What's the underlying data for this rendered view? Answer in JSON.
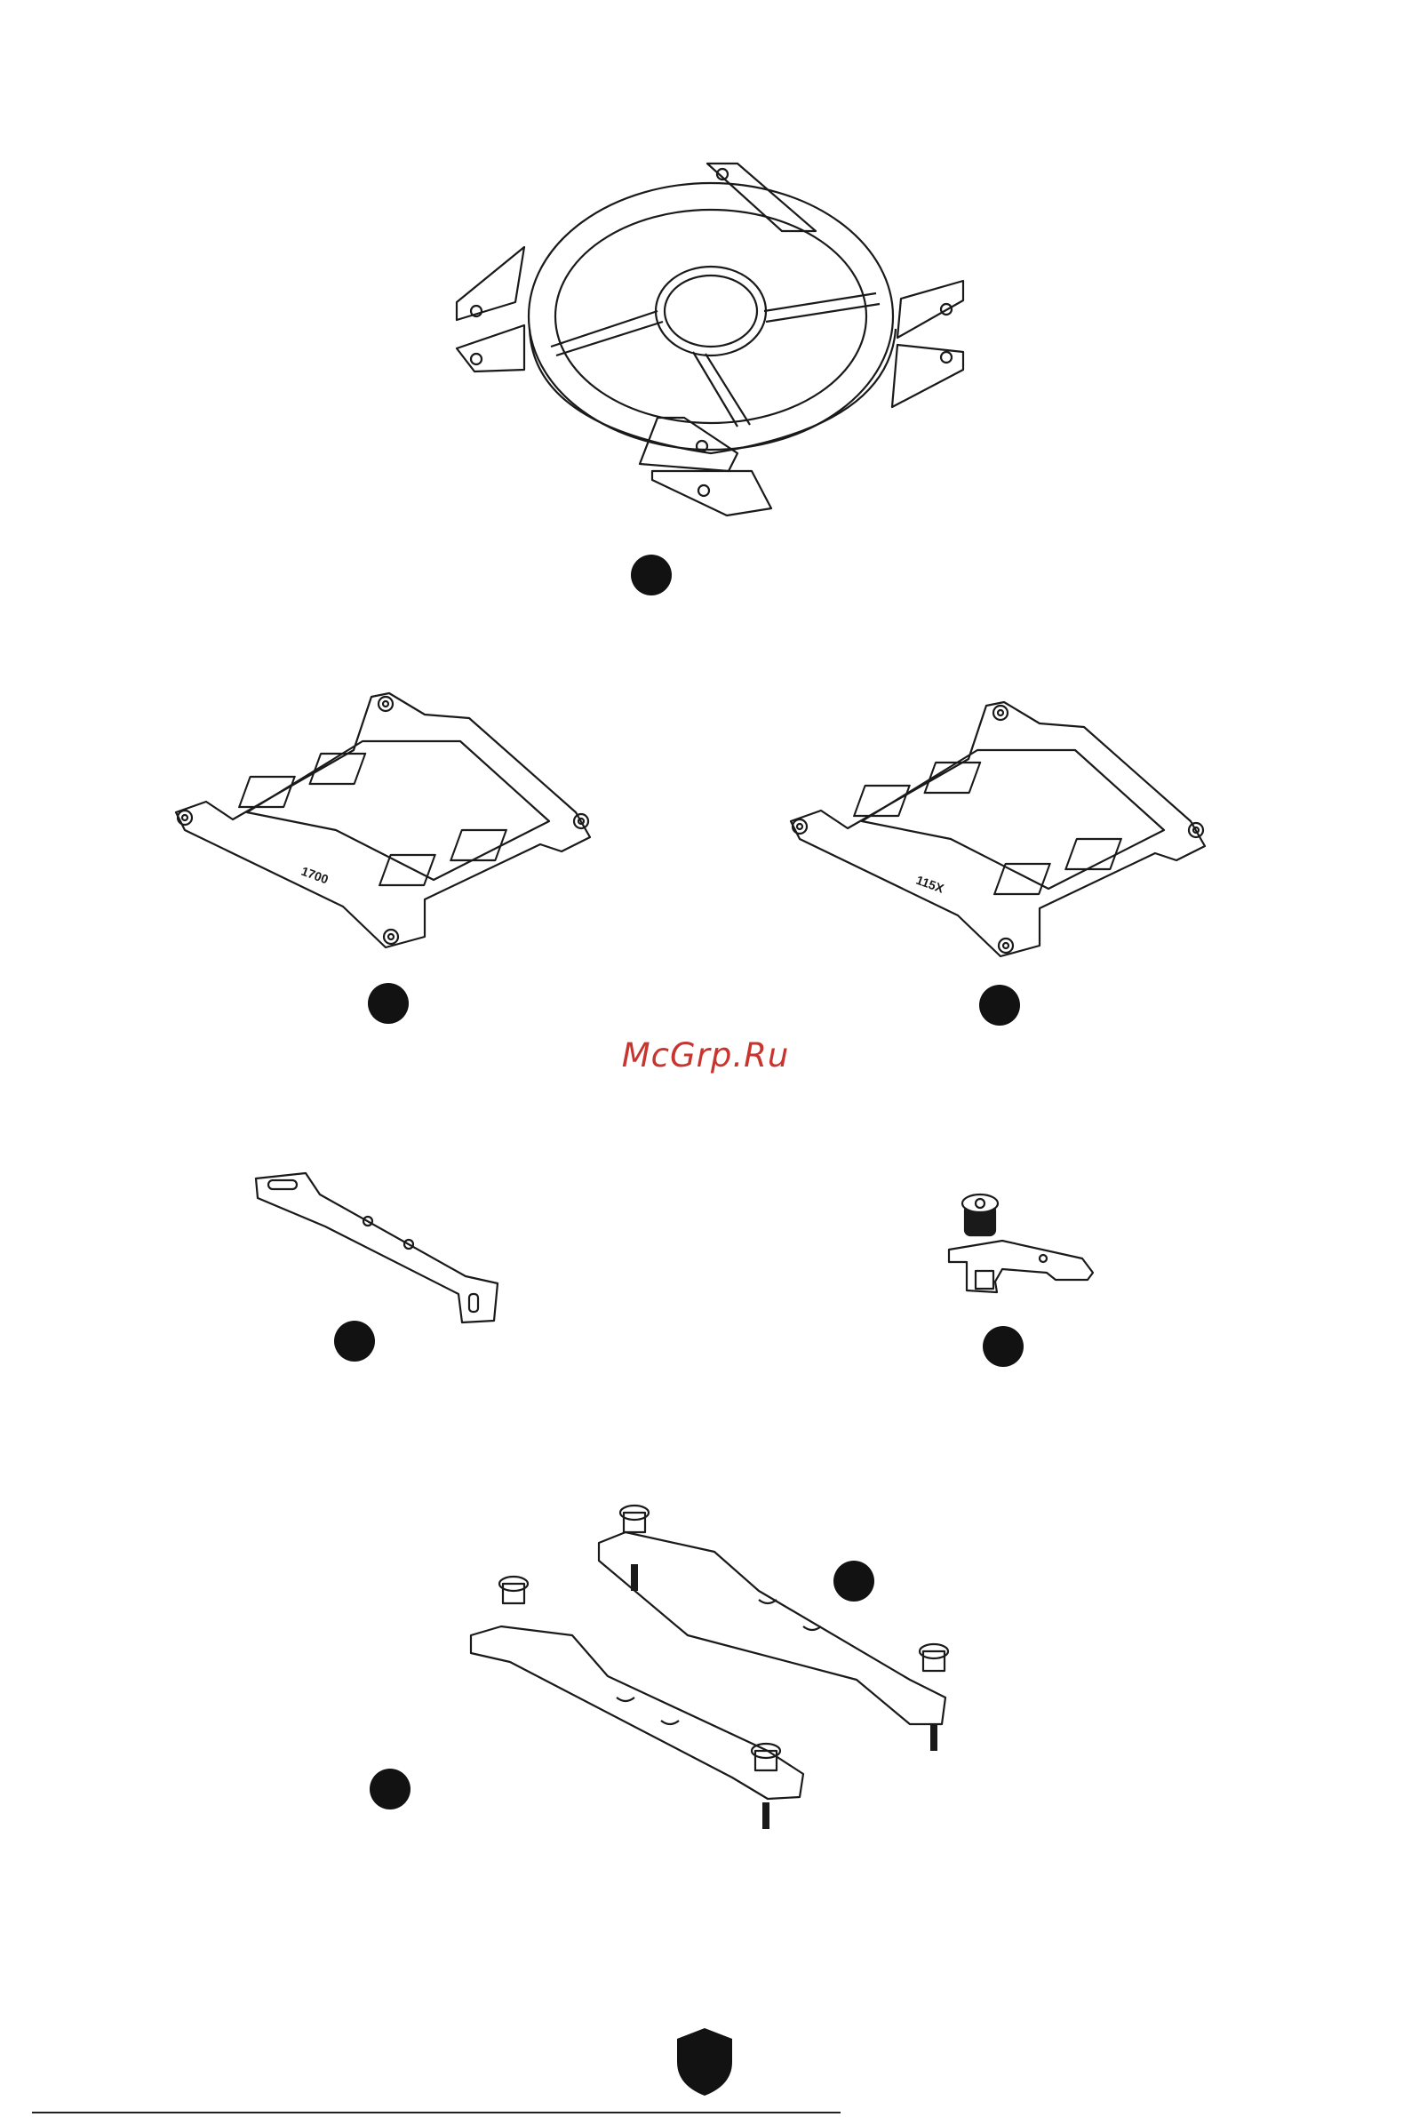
{
  "watermark": {
    "text": "McGrp.Ru"
  },
  "parts": {
    "bracket_a": {
      "marking": "1700"
    },
    "bracket_b": {
      "marking": "115X"
    }
  },
  "colors": {
    "line": "#1a1a1a",
    "marker": "#121212",
    "watermark": "#c8352f"
  },
  "icons": {
    "footer": "shield-icon"
  }
}
